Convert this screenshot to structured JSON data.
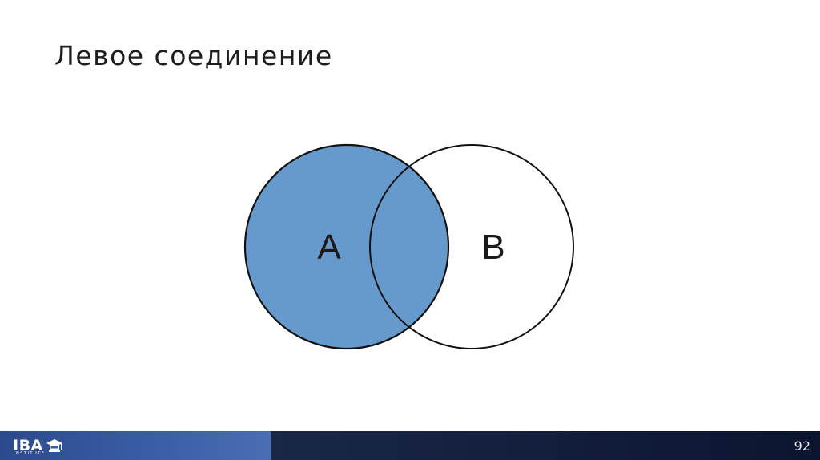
{
  "slide": {
    "title": "Левое соединение",
    "page_number": "92"
  },
  "venn": {
    "set_a_label": "A",
    "set_b_label": "B",
    "highlighted_set": "A",
    "fill_color": "#6699cc",
    "stroke_color": "#111111"
  },
  "footer": {
    "logo_text": "IBA",
    "logo_subtext": "INSTITUTE",
    "logo_icon": "graduation-cap-icon",
    "left_color": "#3a5da6",
    "right_color": "#0e1a35"
  }
}
